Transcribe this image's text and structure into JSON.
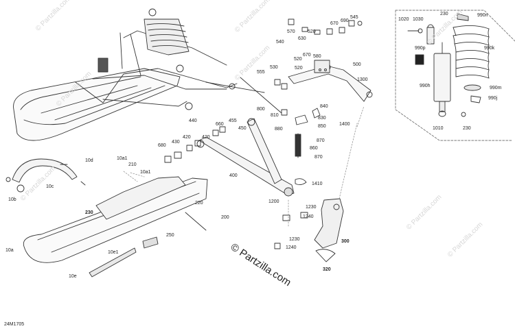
{
  "watermark": "© Partzilla.com",
  "diagram_code": "24M1705",
  "labels": {
    "l1020": "1020",
    "l1030": "1030",
    "l230a": "230",
    "l990n": "990n",
    "l990p": "990p",
    "l990k": "990k",
    "l990h": "990h",
    "l990m": "990m",
    "l990j": "990j",
    "l1010": "1010",
    "l230b": "230",
    "l570": "570",
    "l630": "630",
    "l520a": "520",
    "l670a": "670",
    "l690": "690",
    "l545": "545",
    "l540": "540",
    "l670b": "670",
    "l520b": "520",
    "l580": "580",
    "l555": "555",
    "l530": "530",
    "l520c": "520",
    "l500": "500",
    "l1300": "1300",
    "l800": "800",
    "l810": "810",
    "l840": "840",
    "l830": "830",
    "l850": "850",
    "l880": "880",
    "l870a": "870",
    "l860": "860",
    "l870b": "870",
    "l1400": "1400",
    "l440": "440",
    "l660": "660",
    "l455": "455",
    "l450": "450",
    "l680": "680",
    "l430": "430",
    "l420a": "420",
    "l420b": "420",
    "l400": "400",
    "l1410": "1410",
    "l1200": "1200",
    "l1230a": "1230",
    "l1240a": "1240",
    "l300": "300",
    "l1230b": "1230",
    "l1240b": "1240",
    "l320": "320",
    "l10d": "10d",
    "l10c": "10c",
    "l10b": "10b",
    "l10a1a": "10a1",
    "l210": "210",
    "l10a1b": "10a1",
    "l230c": "230",
    "l220": "220",
    "l200": "200",
    "l250": "250",
    "l10a": "10a",
    "l10e1": "10e1",
    "l10e": "10e"
  }
}
